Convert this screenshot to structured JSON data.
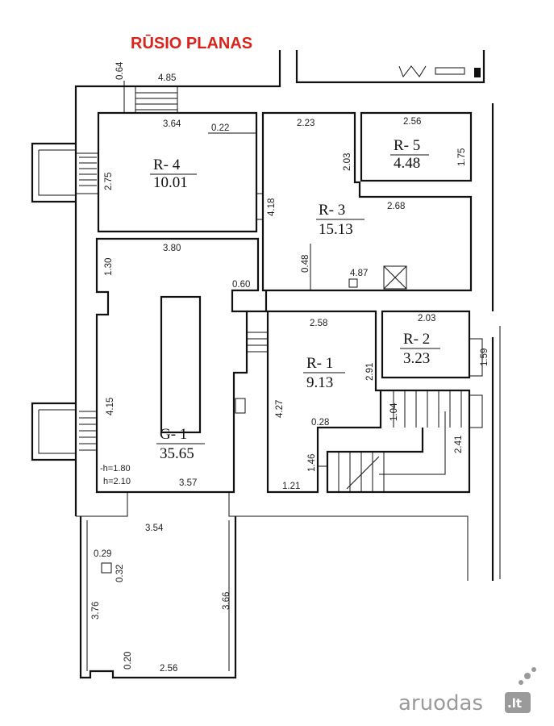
{
  "title": "RŪSIO PLANAS",
  "rooms": [
    {
      "id": "R-4",
      "label": "R- 4",
      "area": "10.01"
    },
    {
      "id": "R-5",
      "label": "R- 5",
      "area": "4.48"
    },
    {
      "id": "R-3",
      "label": "R- 3",
      "area": "15.13"
    },
    {
      "id": "R-2",
      "label": "R- 2",
      "area": "3.23"
    },
    {
      "id": "R-1",
      "label": "R- 1",
      "area": "9.13"
    },
    {
      "id": "G-1",
      "label": "G- 1",
      "area": "35.65"
    }
  ],
  "dimensions": {
    "d064": "0.64",
    "d485": "4.85",
    "d364": "3.64",
    "d022": "0.22",
    "d275": "2.75",
    "d223": "2.23",
    "d256a": "2.56",
    "d203a": "2.03",
    "d175": "1.75",
    "d418": "4.18",
    "d268": "2.68",
    "d048": "0.48",
    "d487": "4.87",
    "d380": "3.80",
    "d130": "1.30",
    "d060": "0.60",
    "d258": "2.58",
    "d203b": "2.03",
    "d159": "1.59",
    "d291": "2.91",
    "d415": "4.15",
    "d427": "4.27",
    "d028": "0.28",
    "d104": "1.04",
    "d241": "2.41",
    "d146": "1.46",
    "d121": "1.21",
    "d357": "3.57",
    "d354": "3.54",
    "d029": "0.29",
    "d032": "0.32",
    "d376": "3.76",
    "d366": "3.66",
    "d020": "0.20",
    "d256b": "2.56"
  },
  "notes": {
    "h1": "-h=1.80",
    "h2": "h=2.10"
  },
  "watermark": {
    "brand": "aruodas",
    "tld": ".lt"
  }
}
